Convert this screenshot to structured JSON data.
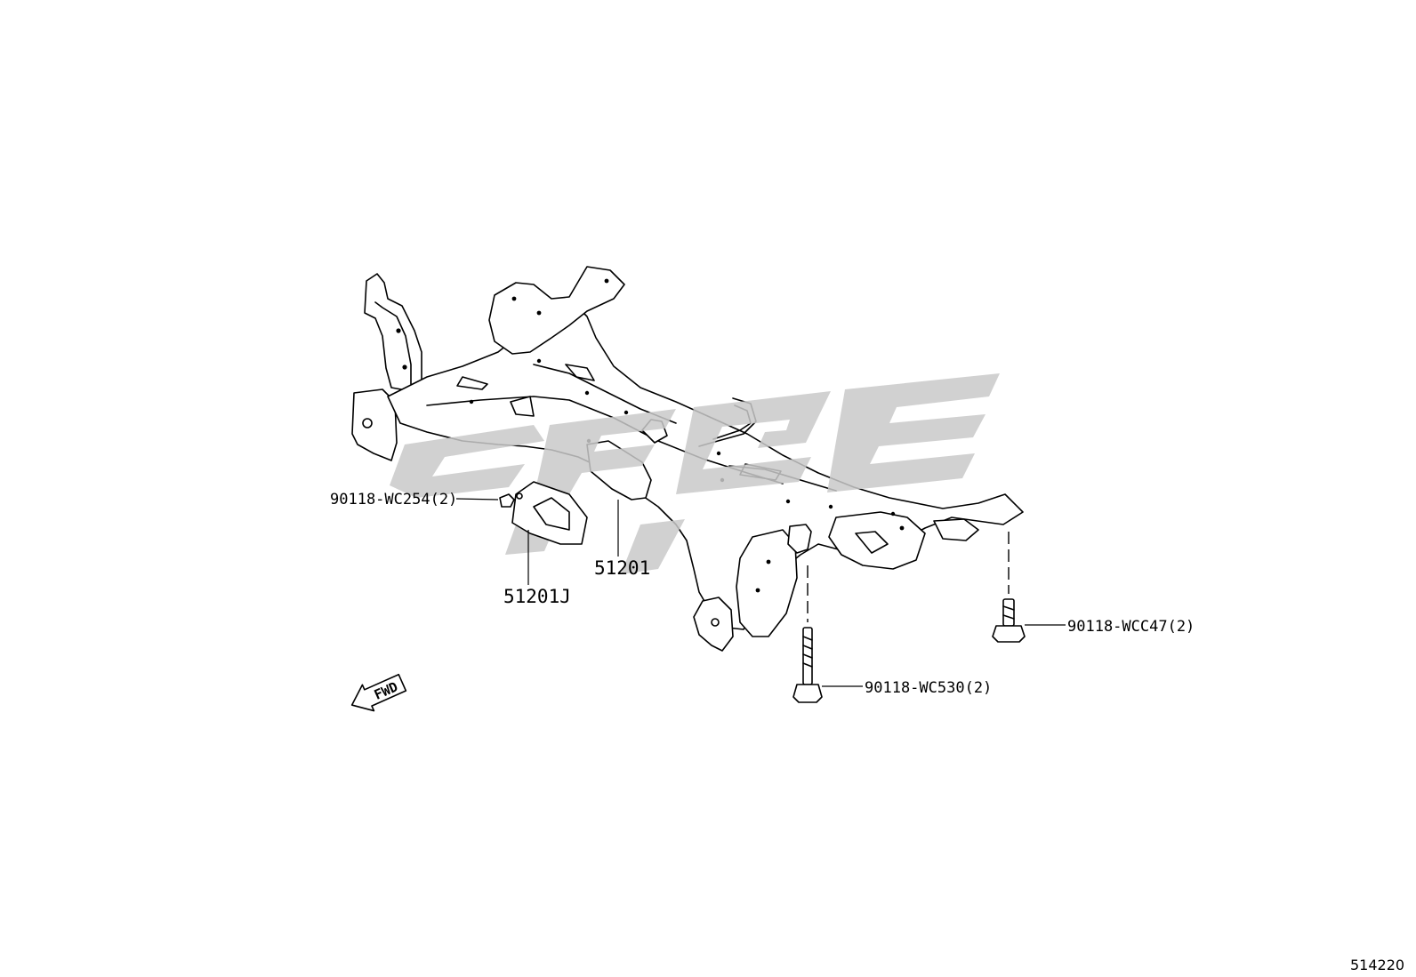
{
  "parts": [
    {
      "id": "p1",
      "number": "90118-WC254(2)"
    },
    {
      "id": "p2",
      "number": "51201J"
    },
    {
      "id": "p3",
      "number": "51201"
    },
    {
      "id": "p4",
      "number": "90118-WCC47(2)"
    },
    {
      "id": "p5",
      "number": "90118-WC530(2)"
    }
  ],
  "fwd_label": "FWD",
  "diagram_id": "514220",
  "watermark_color": "#c9c9c9"
}
